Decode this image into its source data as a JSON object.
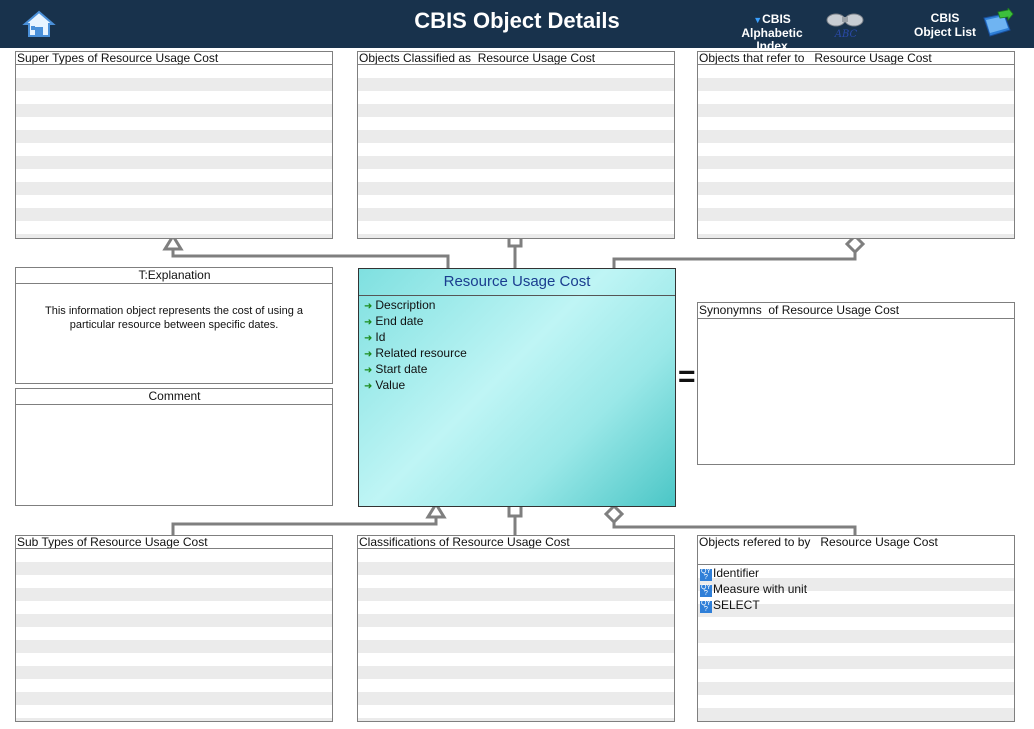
{
  "header": {
    "title": "CBIS Object Details",
    "alpha_index_line1": "CBIS Alphabetic",
    "alpha_index_line2": "Index",
    "object_list_line1": "CBIS",
    "object_list_line2": "Object List",
    "binoculars_caption": "ABC"
  },
  "panels": {
    "supertypes": "Super Types of Resource Usage Cost",
    "classified_as": "Objects Classified as  Resource Usage Cost",
    "refer_to": "Objects that refer to   Resource Usage Cost",
    "explanation": "T:Explanation",
    "explanation_text": "This information object represents the cost of using a particular resource between specific dates.",
    "comment": "Comment",
    "synonyms": "Synonymns  of Resource Usage Cost",
    "subtypes": "Sub Types of Resource Usage Cost",
    "classifications": "Classifications of Resource Usage Cost",
    "referred_by": "Objects refered to by   Resource Usage Cost"
  },
  "main_class": {
    "name": "Resource Usage Cost",
    "attributes": [
      "Description",
      "End date",
      "Id",
      "Related resource",
      "Start date",
      "Value"
    ]
  },
  "referred_by_items": [
    "Identifier",
    "Measure with unit",
    "SELECT"
  ],
  "equals_symbol": "=",
  "colors": {
    "topbar": "#18324c",
    "class_fill": "#9ae8e8",
    "class_title": "#1a3d8f",
    "connector": "#7f7f7f"
  }
}
